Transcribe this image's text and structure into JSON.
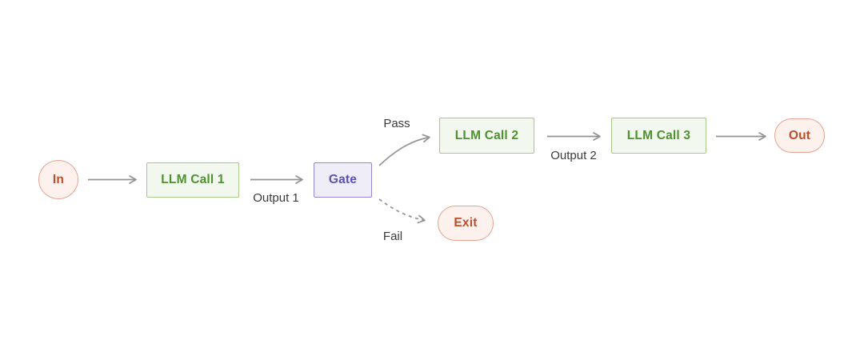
{
  "diagram": {
    "title": "llm-gate-chain-flowchart",
    "nodes": {
      "in": {
        "label": "In",
        "type": "terminal"
      },
      "llm1": {
        "label": "LLM Call 1",
        "type": "process"
      },
      "gate": {
        "label": "Gate",
        "type": "decision"
      },
      "llm2": {
        "label": "LLM Call 2",
        "type": "process"
      },
      "llm3": {
        "label": "LLM Call 3",
        "type": "process"
      },
      "exit": {
        "label": "Exit",
        "type": "terminal"
      },
      "out": {
        "label": "Out",
        "type": "terminal"
      }
    },
    "edges": {
      "in_to_llm1": {
        "from": "in",
        "to": "llm1",
        "label": "",
        "style": "solid"
      },
      "llm1_to_gate": {
        "from": "llm1",
        "to": "gate",
        "label": "Output 1",
        "style": "solid"
      },
      "gate_to_llm2": {
        "from": "gate",
        "to": "llm2",
        "label": "Pass",
        "style": "solid-curved"
      },
      "gate_to_exit": {
        "from": "gate",
        "to": "exit",
        "label": "Fail",
        "style": "dashed-curved"
      },
      "llm2_to_llm3": {
        "from": "llm2",
        "to": "llm3",
        "label": "Output 2",
        "style": "solid"
      },
      "llm3_to_out": {
        "from": "llm3",
        "to": "out",
        "label": "",
        "style": "solid"
      }
    },
    "colors": {
      "terminal_fill": "#fdf1ed",
      "terminal_border": "#e9a28f",
      "terminal_text": "#bf4e2b",
      "llm_fill": "#f2f8ed",
      "llm_border": "#a6c98a",
      "llm_text": "#4d9130",
      "gate_fill": "#eeedf8",
      "gate_border": "#918ad2",
      "gate_text": "#5a51bb",
      "edge_stroke": "#939393",
      "edge_label_text": "#3a3a3a",
      "background": "#ffffff"
    }
  }
}
